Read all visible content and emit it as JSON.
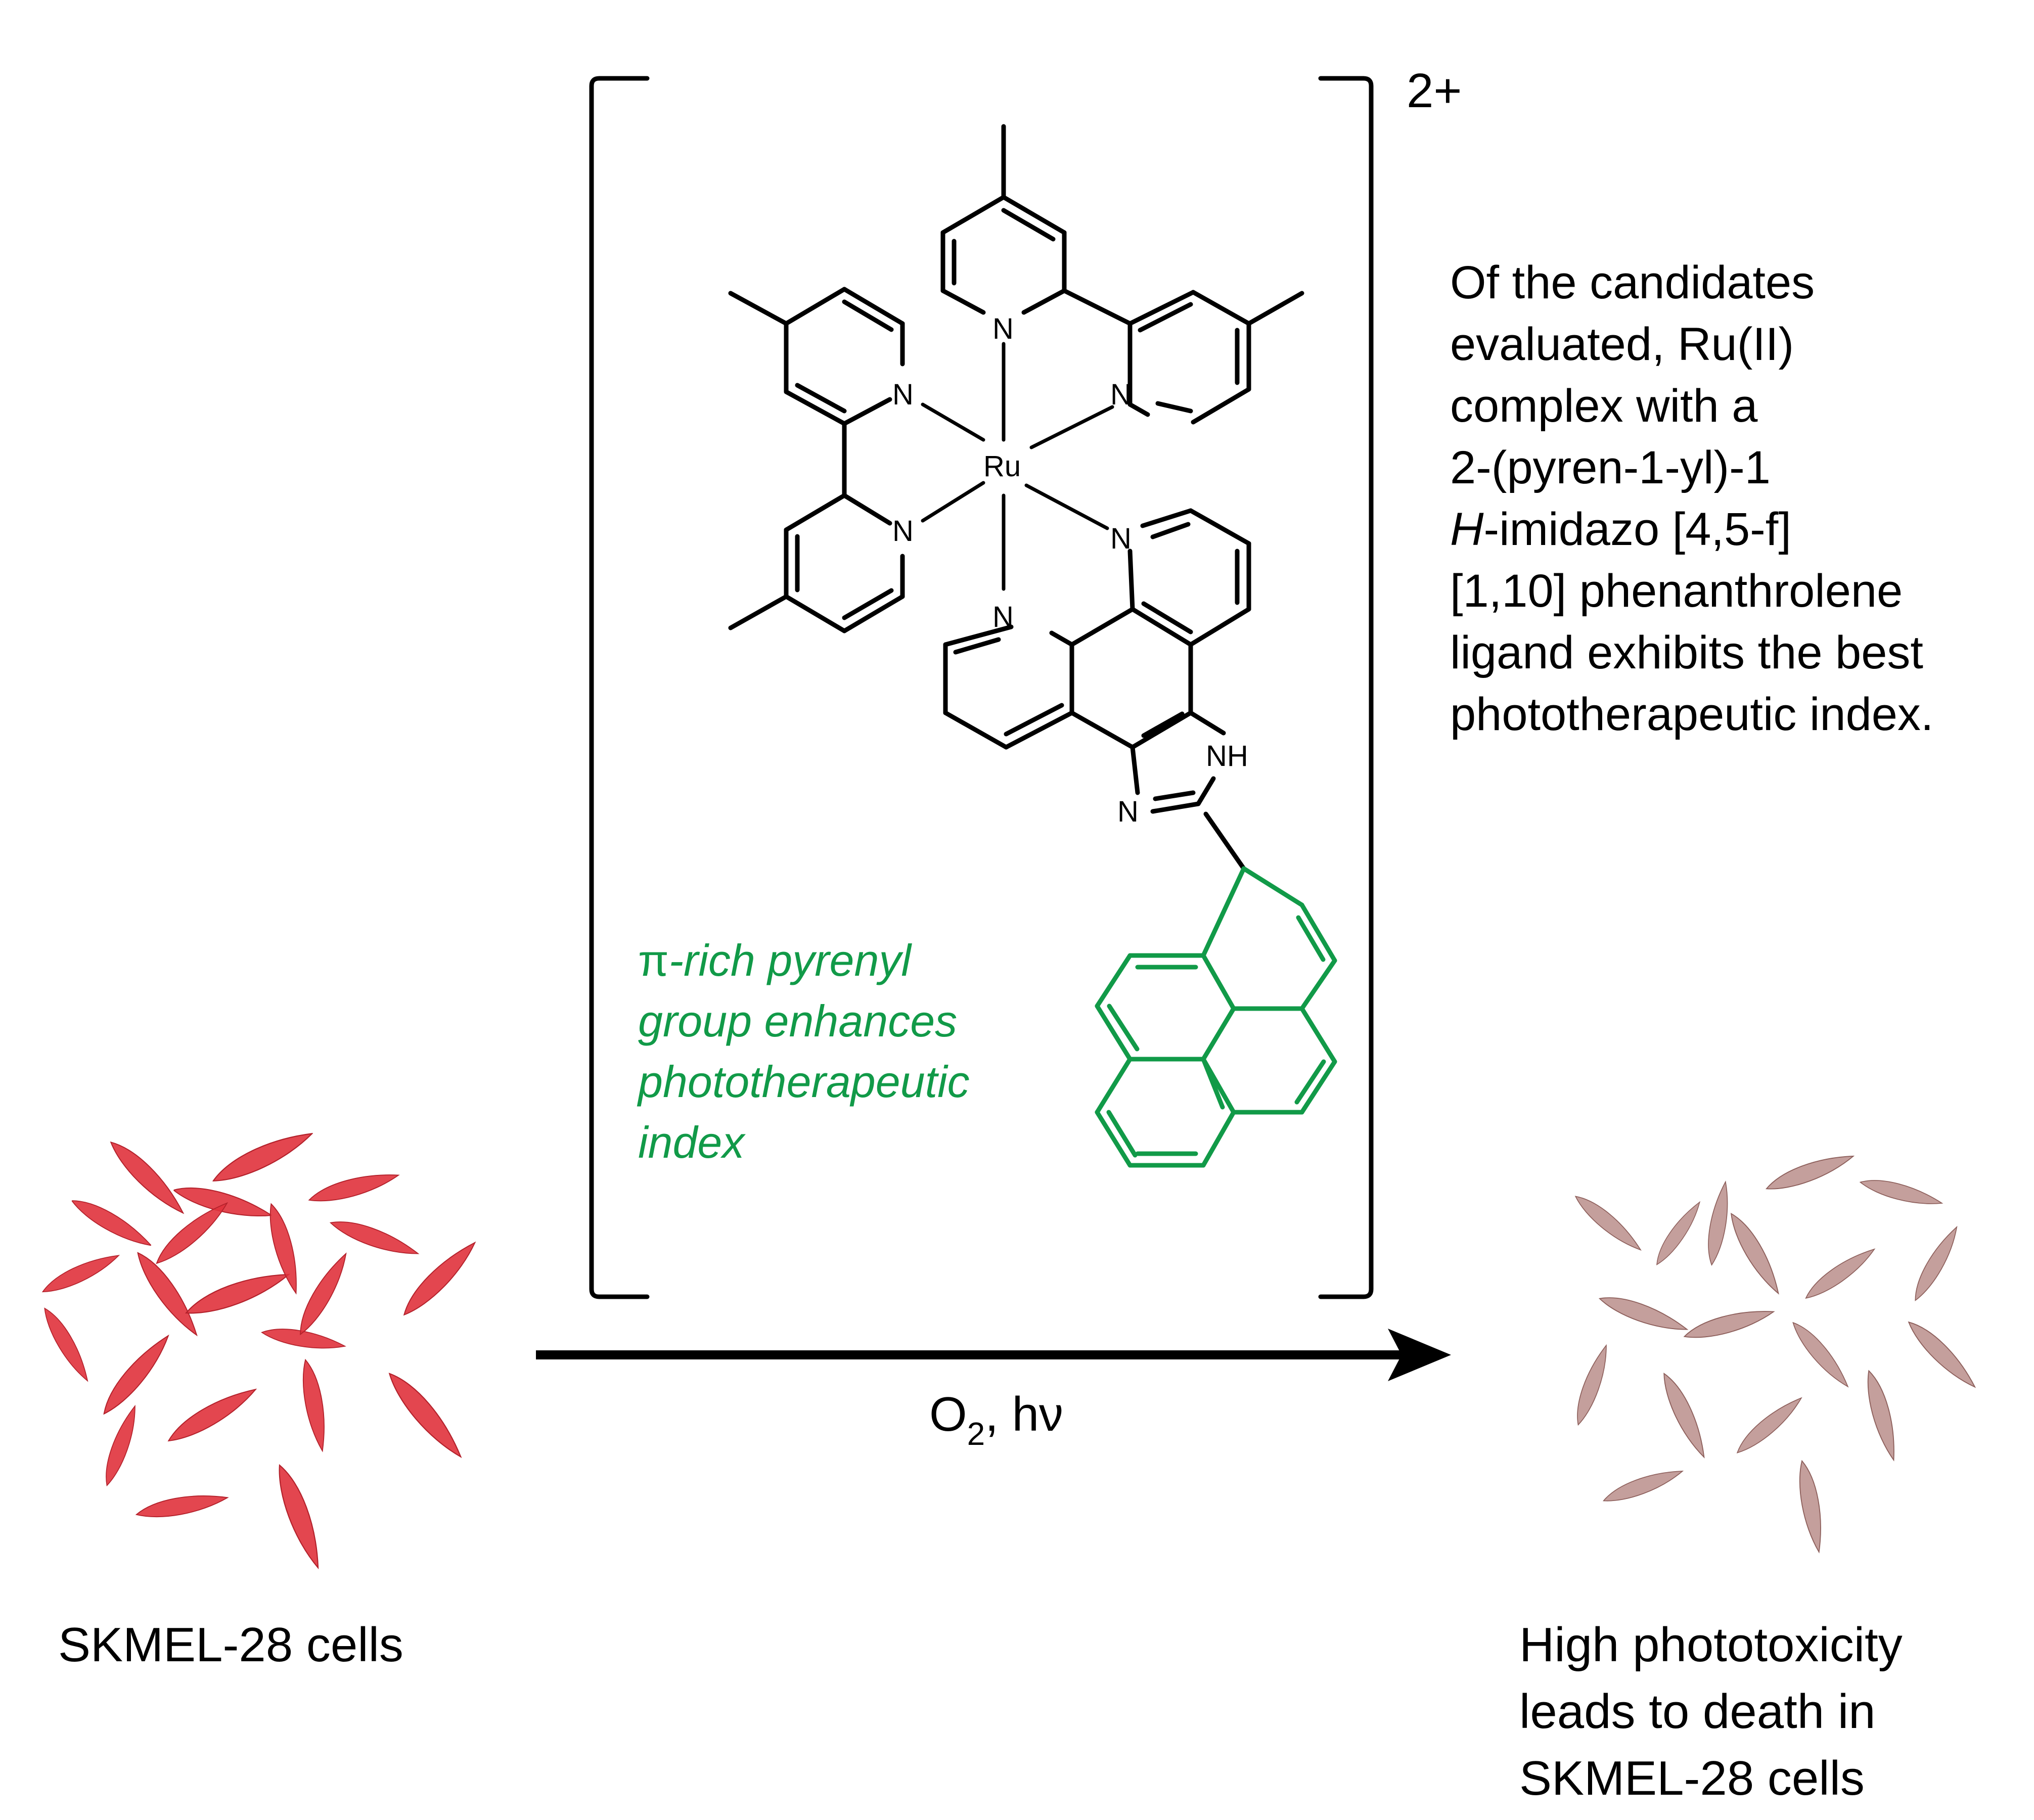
{
  "charge": "2+",
  "description": {
    "lines": [
      "Of the candidates",
      "evaluated, Ru(II)",
      "complex with a",
      "2-(pyren-1-yl)-1",
      "-imidazo [4,5-f]",
      "[1,10] phenanthrolene",
      "ligand exhibits the best",
      "phototherapeutic index."
    ],
    "italic_prefix": "H"
  },
  "annotation": {
    "lines": [
      "-rich pyrenyl",
      "group enhances",
      "phototherapeutic",
      "index"
    ],
    "prefix": "π"
  },
  "atoms": {
    "metal": "Ru",
    "nitrogen": "N",
    "nh": "NH"
  },
  "reaction": {
    "o": "O",
    "subscript": "2",
    "rest": ", hν"
  },
  "left_label": "SKMEL-28 cells",
  "right_label": {
    "lines": [
      "High phototoxicity",
      "leads to death in",
      "SKMEL-28 cells"
    ]
  },
  "colors": {
    "annotation": "#119a48",
    "live_cells": "#e0323c",
    "dead_cells": "#b07f7b",
    "structure": "#000000"
  }
}
